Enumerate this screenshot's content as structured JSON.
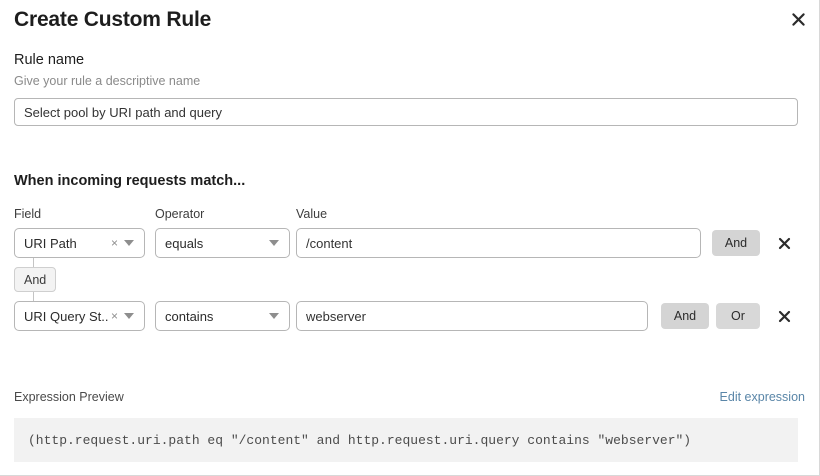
{
  "dialog": {
    "title": "Create Custom Rule",
    "close_icon": "close-icon"
  },
  "rule_name": {
    "label": "Rule name",
    "help": "Give your rule a descriptive name",
    "value": "Select pool by URI path and query",
    "placeholder": "Enter rule name"
  },
  "match": {
    "heading": "When incoming requests match...",
    "columns": {
      "field": "Field",
      "operator": "Operator",
      "value": "Value"
    },
    "connector": {
      "label": "And"
    },
    "conditions": [
      {
        "field": "URI Path",
        "field_clear_icon": "clear-icon",
        "field_caret_icon": "caret-down-icon",
        "operator": "equals",
        "operator_caret_icon": "caret-down-icon",
        "value": "/content",
        "value_placeholder": "Enter value",
        "and_label": "And",
        "delete_icon": "close-icon"
      },
      {
        "field": "URI Query St...",
        "field_clear_icon": "clear-icon",
        "field_caret_icon": "caret-down-icon",
        "operator": "contains",
        "operator_caret_icon": "caret-down-icon",
        "value": "webserver",
        "value_placeholder": "Enter value",
        "and_label": "And",
        "or_label": "Or",
        "delete_icon": "close-icon"
      }
    ]
  },
  "expression": {
    "label": "Expression Preview",
    "edit_link": "Edit expression",
    "code": "(http.request.uri.path eq \"/content\" and http.request.uri.query contains \"webserver\")"
  },
  "colors": {
    "link": "#5a86a8",
    "button_gray": "#d4d4d4",
    "code_bg": "#f2f2f2",
    "border": "#b6b6b6"
  }
}
